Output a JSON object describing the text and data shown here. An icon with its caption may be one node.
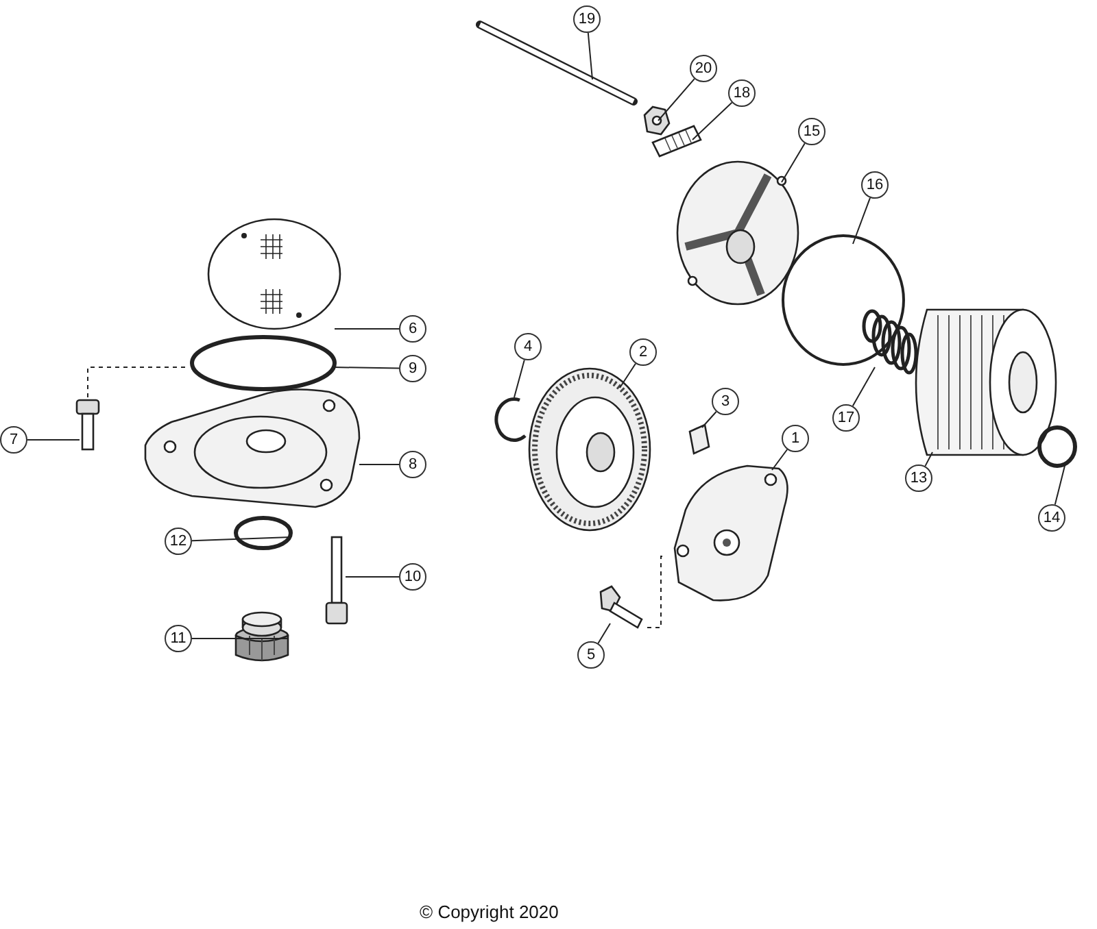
{
  "diagram": {
    "nodes": [
      {
        "text": [
          "1"
        ]
      },
      {
        "text": [
          "2"
        ]
      },
      {
        "text": [
          "3"
        ]
      },
      {
        "text": [
          "4"
        ]
      },
      {
        "text": [
          "5"
        ]
      },
      {
        "text": [
          "6"
        ]
      },
      {
        "text": [
          "7"
        ]
      },
      {
        "text": [
          "8"
        ]
      },
      {
        "text": [
          "9"
        ]
      },
      {
        "text": [
          "10"
        ]
      },
      {
        "text": [
          "11"
        ]
      },
      {
        "text": [
          "12"
        ]
      },
      {
        "text": [
          "13"
        ]
      },
      {
        "text": [
          "14"
        ]
      },
      {
        "text": [
          "15"
        ]
      },
      {
        "text": [
          "16"
        ]
      },
      {
        "text": [
          "17"
        ]
      },
      {
        "text": [
          "18"
        ]
      },
      {
        "text": [
          "19"
        ]
      },
      {
        "text": [
          "20"
        ]
      },
      {
        "text": [],
        "shape": "picture"
      },
      {
        "text": [],
        "shape": "picture"
      },
      {
        "text": [],
        "shape": "picture"
      },
      {
        "text": [],
        "shape": "picture"
      },
      {
        "text": [],
        "shape": "picture"
      },
      {
        "text": [],
        "shape": "picture"
      },
      {
        "text": [],
        "shape": "picture"
      },
      {
        "text": [],
        "shape": "picture"
      },
      {
        "text": [],
        "shape": "circle"
      },
      {
        "text": [],
        "shape": "picture"
      },
      {
        "text": [],
        "shape": "picture"
      },
      {
        "text": [],
        "shape": "circle"
      },
      {
        "text": [],
        "shape": "picture"
      },
      {
        "text": [],
        "shape": "circle"
      },
      {
        "text": [],
        "shape": "picture"
      },
      {
        "text": [],
        "shape": "picture"
      },
      {
        "text": [],
        "shape": "picture"
      },
      {
        "text": [],
        "shape": "picture"
      },
      {
        "text": [],
        "shape": "picture"
      },
      {
        "text": [],
        "shape": "picture"
      }
    ],
    "edges": [
      {
        "from": 0,
        "to": 20,
        "arrow": "none"
      },
      {
        "from": 1,
        "to": 21,
        "arrow": "none"
      },
      {
        "from": 2,
        "to": 22,
        "arrow": "none"
      },
      {
        "from": 3,
        "to": 23,
        "arrow": "none"
      },
      {
        "from": 4,
        "to": 24,
        "arrow": "none"
      },
      {
        "from": 5,
        "to": 25,
        "arrow": "none"
      },
      {
        "from": 6,
        "to": 26,
        "arrow": "none"
      },
      {
        "from": 7,
        "to": 27,
        "arrow": "none"
      },
      {
        "from": 8,
        "to": 28,
        "arrow": "none"
      },
      {
        "from": 9,
        "to": 29,
        "arrow": "none"
      },
      {
        "from": 10,
        "to": 30,
        "arrow": "none"
      },
      {
        "from": 11,
        "to": 31,
        "arrow": "none"
      },
      {
        "from": 12,
        "to": 32,
        "arrow": "none"
      },
      {
        "from": 13,
        "to": 33,
        "arrow": "none"
      },
      {
        "from": 14,
        "to": 34,
        "arrow": "none"
      },
      {
        "from": 15,
        "to": 35,
        "arrow": "none"
      },
      {
        "from": 16,
        "to": 36,
        "arrow": "none"
      },
      {
        "from": 17,
        "to": 37,
        "arrow": "none"
      },
      {
        "from": 18,
        "to": 38,
        "arrow": "none"
      },
      {
        "from": 19,
        "to": 39,
        "arrow": "none"
      },
      {
        "from": 26,
        "to": 28,
        "arrow": "none",
        "style": "dashed"
      },
      {
        "from": 24,
        "to": 20,
        "arrow": "none",
        "style": "dashed"
      }
    ],
    "labels": [
      "© Copyright 2020"
    ]
  }
}
